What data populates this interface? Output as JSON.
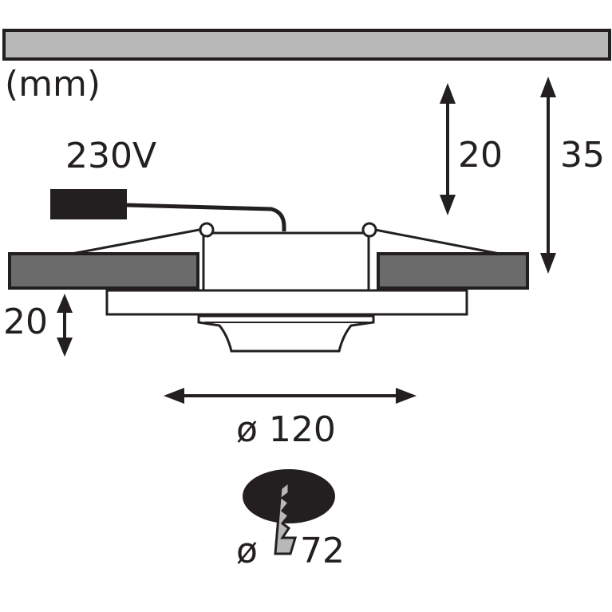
{
  "unit_label": "(mm)",
  "voltage_label": "230V",
  "dimensions": {
    "ceiling_to_mount_depth": "20",
    "total_install_depth": "35",
    "below_ceiling_height": "20",
    "diameter": "ø 120",
    "cutout_symbol": "ø",
    "cutout_diameter": "72"
  },
  "colors": {
    "ink": "#231f20",
    "ceiling_fill": "#b8b8b8",
    "panel_fill": "#6b6b6b",
    "white": "#ffffff"
  }
}
